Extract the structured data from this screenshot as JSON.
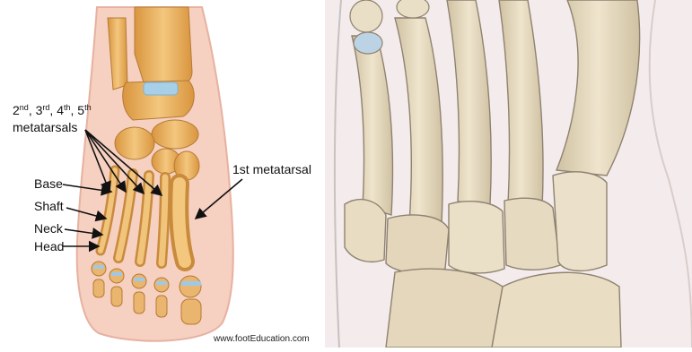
{
  "figure": {
    "group_label": {
      "numbers": [
        {
          "n": "2",
          "suffix": "nd"
        },
        {
          "n": "3",
          "suffix": "rd"
        },
        {
          "n": "4",
          "suffix": "th"
        },
        {
          "n": "5",
          "suffix": "th"
        }
      ],
      "word": "metatarsals"
    },
    "parts": {
      "base": "Base",
      "shaft": "Shaft",
      "neck": "Neck",
      "head": "Head"
    },
    "first_metatarsal": "1st metatarsal",
    "credit": "www.footEducation.com"
  },
  "colors": {
    "bone": "#e8b46a",
    "bone_dark": "#c98a3c",
    "cartilage": "#9ec9e6",
    "skin": "#f4c7b6",
    "xray_bone": "#e8dcc2",
    "xray_background": "#f2eaea"
  }
}
